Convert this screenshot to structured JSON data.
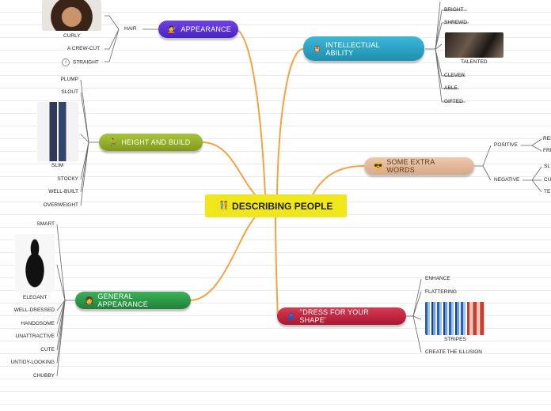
{
  "central": {
    "icon": "🧑‍🤝‍🧑",
    "label": "DESCRIBING PEOPLE"
  },
  "appearance": {
    "label": "APPEARANCE",
    "icon": "💇",
    "color": "#5b2fd6",
    "hair": {
      "label": "HAIR",
      "items": [
        "CURLY",
        "A CREW-CUT",
        "STRAIGHT"
      ]
    }
  },
  "intellectual": {
    "label_line1": "INTELLECTUAL",
    "label_line2": "ABILITY",
    "icon": "🦉",
    "color": "#2ca6c7",
    "items": [
      "BRIGHT",
      "SHREWD",
      "TALENTED",
      "CLEVER",
      "ABLE",
      "GIFTED"
    ]
  },
  "extra": {
    "label": "SOME EXTRA WORDS",
    "icon": "😎",
    "color": "#e3b99b",
    "positive": {
      "label": "POSITIVE",
      "items": [
        "RES",
        "FRU"
      ]
    },
    "negative": {
      "label": "NEGATIVE",
      "items": [
        "SL",
        "CU",
        "TE"
      ]
    }
  },
  "dress": {
    "label": "''DRESS FOR YOUR SHAPE'",
    "icon": "👗",
    "color": "#c4223b",
    "items": [
      "ENHANCE",
      "FLATTERING",
      "STRIPES",
      "CREATE THE ILLUSION"
    ]
  },
  "height": {
    "label": "HEIGHT AND BUILD",
    "icon": "🏃",
    "color": "#96b12a",
    "items": [
      "PLUMP",
      "SLOUT",
      "SLIM",
      "STOCKY",
      "WELL-BUILT",
      "OVERWEIGHT"
    ]
  },
  "general": {
    "label": "GENERAL APPEARANCE",
    "icon": "👩",
    "color": "#2f9a45",
    "items": [
      "SMART",
      "ELEGANT",
      "WELL-DRESSED",
      "HANDOSOME",
      "UNATTRACTIVE",
      "CUTE",
      "UNTIDY-LOOKING",
      "CHUBBY"
    ]
  },
  "colors": {
    "link": "#f4a340",
    "leaf_line": "#666666"
  },
  "icons": [
    "curly-hair-photo",
    "talented-photo",
    "slim-jeans-photo",
    "elegant-dress-photo",
    "stripes-swatch",
    "info-icon"
  ]
}
